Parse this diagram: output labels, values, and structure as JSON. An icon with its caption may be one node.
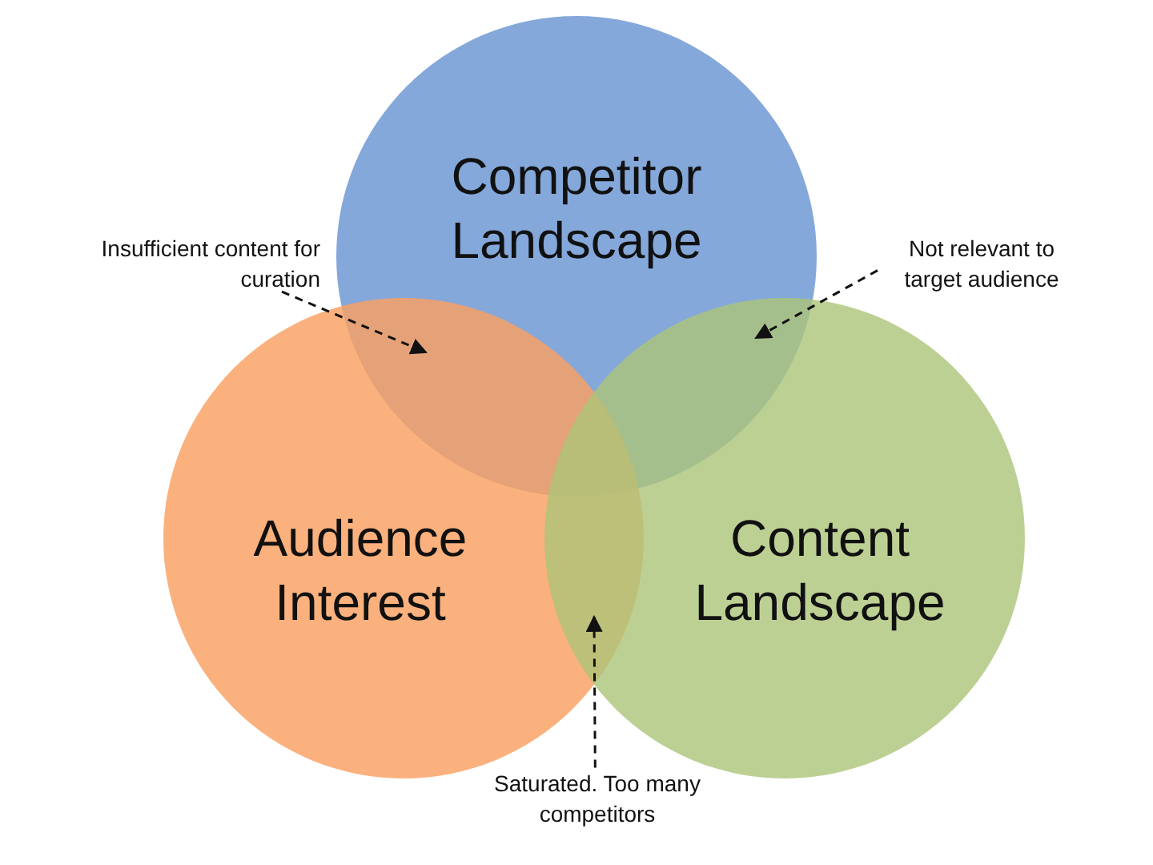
{
  "diagram": {
    "nodes": [
      {
        "text": [
          "Competitor Landscape"
        ]
      },
      {
        "text": [
          "Audience Interest"
        ]
      },
      {
        "text": [
          "Content Landscape"
        ]
      },
      {
        "text": [
          "Insufficient content for curation"
        ]
      },
      {
        "text": [
          "Not relevant to target audience"
        ]
      },
      {
        "text": [
          "Saturated. Too many competitors"
        ]
      }
    ],
    "edges": [
      {
        "from": 3,
        "to": 0,
        "arrow": "to",
        "style": "dashed"
      },
      {
        "from": 4,
        "to": 0,
        "arrow": "to",
        "style": "dashed"
      },
      {
        "from": 5,
        "to": 1,
        "arrow": "to",
        "style": "dashed"
      }
    ]
  }
}
